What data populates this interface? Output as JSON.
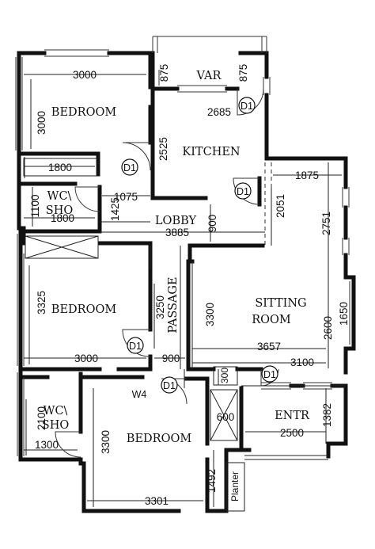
{
  "rooms": {
    "bedroom_top": "BEDROOM",
    "var": "VAR",
    "kitchen": "KITCHEN",
    "wc_top_1": "WC\\",
    "wc_top_2": "SHO",
    "lobby": "LOBBY",
    "bedroom_mid": "BEDROOM",
    "passage": "PASSAGE",
    "sitting_1": "SITTING",
    "sitting_2": "ROOM",
    "wc_bot_1": "WC\\",
    "wc_bot_2": "SHO",
    "bedroom_bot": "BEDROOM",
    "entr": "ENTR",
    "planter": "Planter"
  },
  "dims": {
    "d3000_top": "3000",
    "d875_a": "875",
    "d875_b": "875",
    "d3000_v": "3000",
    "d2685": "2685",
    "d2525": "2525",
    "d1800_a": "1800",
    "d1875": "1875",
    "d1075": "1075",
    "d2051": "2051",
    "d1100": "1100",
    "d1800_b": "1800",
    "d1425": "1425",
    "d3885": "3885",
    "d900_v": "900",
    "d2751": "2751",
    "d3325": "3325",
    "d3250": "3250",
    "d3300_mid": "3300",
    "d1650": "1650",
    "d2600": "2600",
    "d3657": "3657",
    "d3000_b": "3000",
    "d900_h": "900",
    "d3100": "3100",
    "d300": "300",
    "d600": "600",
    "d1382": "1382",
    "d2100": "2100",
    "d1300": "1300",
    "d3300_bot": "3300",
    "d2500": "2500",
    "d1492": "1492",
    "d3301": "3301"
  },
  "doors": {
    "d1_bed_top": "D1",
    "d1_kitchen_top": "D1",
    "d1_kitchen": "D1",
    "d1_bed_mid": "D1",
    "d1_passage": "D1",
    "d1_entr": "D1",
    "w4": "W4"
  }
}
